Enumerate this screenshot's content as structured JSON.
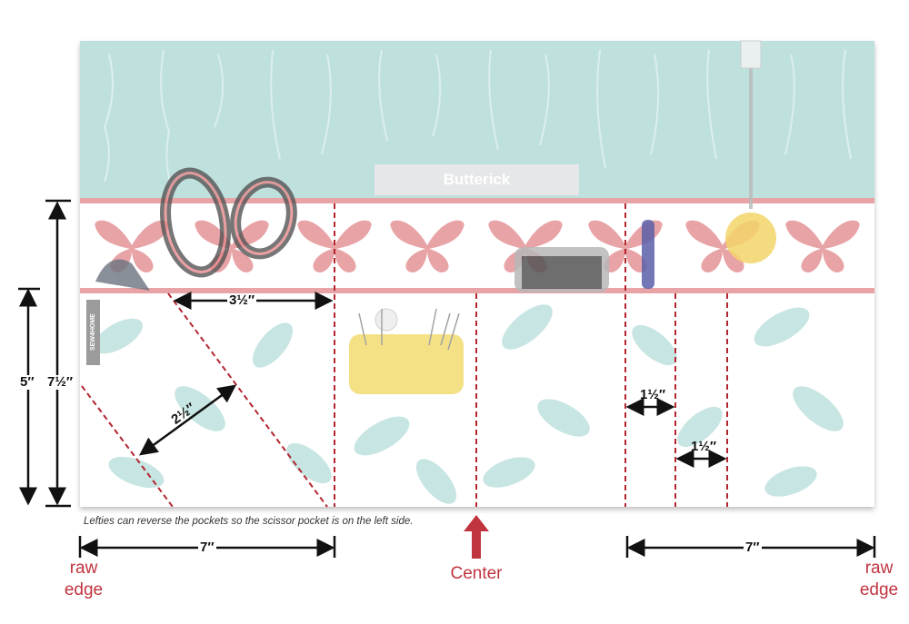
{
  "brand_label": "Butterick",
  "side_tag": "SEW4HOME",
  "note": "Lefties can reverse the pockets so the scissor pocket is on the left side.",
  "dimensions": {
    "total_height": "7½″",
    "lower_height": "5″",
    "scissor_pocket_width": "3½″",
    "diagonal_pocket": "2½″",
    "pen_pocket_1": "1½″",
    "pen_pocket_2": "1½″",
    "left_edge_span": "7″",
    "right_edge_span": "7″"
  },
  "markers": {
    "center": "Center",
    "raw_edge_left": [
      "raw",
      "edge"
    ],
    "raw_edge_right": [
      "raw",
      "edge"
    ]
  },
  "colors": {
    "teal": "#b9dedb",
    "pink": "#e8a3a6",
    "stitch": "#b3262f",
    "accent_red": "#c0343f"
  }
}
